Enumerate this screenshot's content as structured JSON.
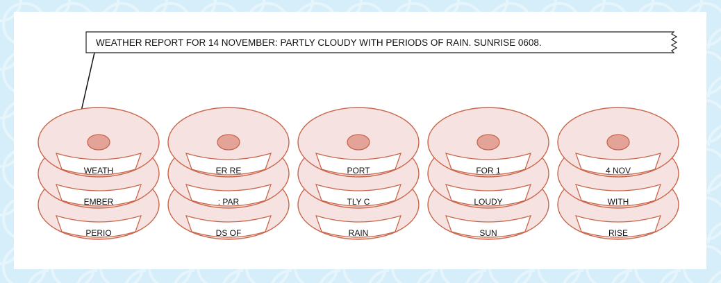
{
  "banner": {
    "text": "WEATHER REPORT FOR 14 NOVEMBER: PARTLY CLOUDY WITH PERIODS OF RAIN. SUNRISE 0608."
  },
  "stacks": [
    {
      "labels": [
        "WEATH",
        "EMBER",
        "PERIO"
      ]
    },
    {
      "labels": [
        "ER RE",
        ": PAR",
        "DS OF"
      ]
    },
    {
      "labels": [
        "PORT",
        "TLY C",
        "RAIN"
      ]
    },
    {
      "labels": [
        "FOR 1",
        "LOUDY",
        "SUN"
      ]
    },
    {
      "labels": [
        "4 NOV",
        "WITH",
        "RISE"
      ]
    }
  ],
  "colors": {
    "platter_fill": "#f7e2e2",
    "platter_stroke": "#c8664a",
    "hub_fill": "#e4a399",
    "background": "#d6eef9"
  }
}
